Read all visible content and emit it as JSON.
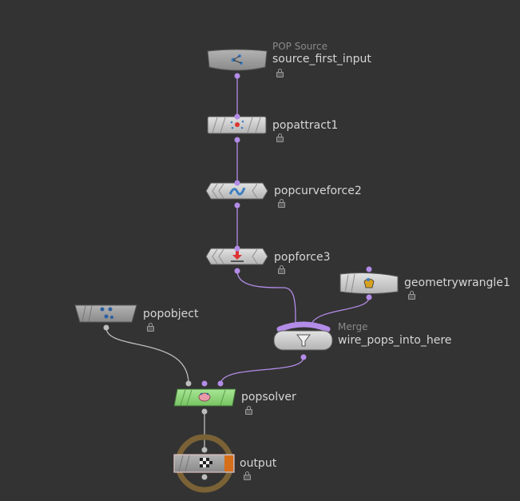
{
  "nodes": {
    "source_first_input": {
      "type_label": "POP Source",
      "name": "source_first_input"
    },
    "popattract1": {
      "name": "popattract1"
    },
    "popcurveforce2": {
      "name": "popcurveforce2"
    },
    "popforce3": {
      "name": "popforce3"
    },
    "geometrywrangle1": {
      "name": "geometrywrangle1"
    },
    "popobject": {
      "name": "popobject"
    },
    "wire_pops_into_here": {
      "type_label": "Merge",
      "name": "wire_pops_into_here"
    },
    "popsolver": {
      "name": "popsolver"
    },
    "output": {
      "name": "output"
    }
  },
  "colors": {
    "background": "#333333",
    "node_default": "#c7c7c7",
    "node_dark": "#9a9a9a",
    "node_solver": "#8fd67a",
    "wire_pop": "#b38ce8",
    "wire_default": "#bdbdbd",
    "output_ring": "#7a6236",
    "output_flag": "#d66f1a"
  },
  "icons": {
    "source_first_input": "pop-source-icon",
    "popattract1": "pop-attract-icon",
    "popcurveforce2": "curve-force-icon",
    "popforce3": "force-icon",
    "geometrywrangle1": "wrangle-icon",
    "popobject": "pop-object-icon",
    "wire_pops_into_here": "merge-funnel-icon",
    "popsolver": "solver-icon",
    "output": "output-checker-icon"
  }
}
